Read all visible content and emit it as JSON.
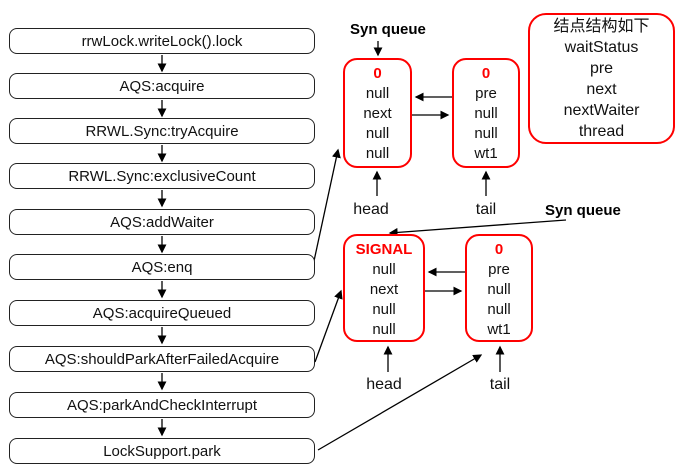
{
  "diagram": {
    "flowchart": {
      "steps": [
        "rrwLock.writeLock().lock",
        "AQS:acquire",
        "RRWL.Sync:tryAcquire",
        "RRWL.Sync:exclusiveCount",
        "AQS:addWaiter",
        "AQS:enq",
        "AQS:acquireQueued",
        "AQS:shouldParkAfterFailedAcquire",
        "AQS:parkAndCheckInterrupt",
        "LockSupport.park"
      ]
    },
    "queue1": {
      "label": "Syn queue",
      "head_node": {
        "status": "0",
        "fields": [
          "null",
          "next",
          "null",
          "null"
        ]
      },
      "tail_node": {
        "status": "0",
        "fields": [
          "pre",
          "null",
          "null",
          "wt1"
        ]
      },
      "head_label": "head",
      "tail_label": "tail"
    },
    "queue2": {
      "label": "Syn queue",
      "head_node": {
        "status": "SIGNAL",
        "fields": [
          "null",
          "next",
          "null",
          "null"
        ]
      },
      "tail_node": {
        "status": "0",
        "fields": [
          "pre",
          "null",
          "null",
          "wt1"
        ]
      },
      "head_label": "head",
      "tail_label": "tail"
    },
    "legend": {
      "title": "结点结构如下",
      "fields": [
        "waitStatus",
        "pre",
        "next",
        "nextWaiter",
        "thread"
      ]
    },
    "colors": {
      "node_border": "#fe0000",
      "status_text": "#fe0000",
      "box_border": "#222222",
      "arrow": "#000000"
    }
  }
}
